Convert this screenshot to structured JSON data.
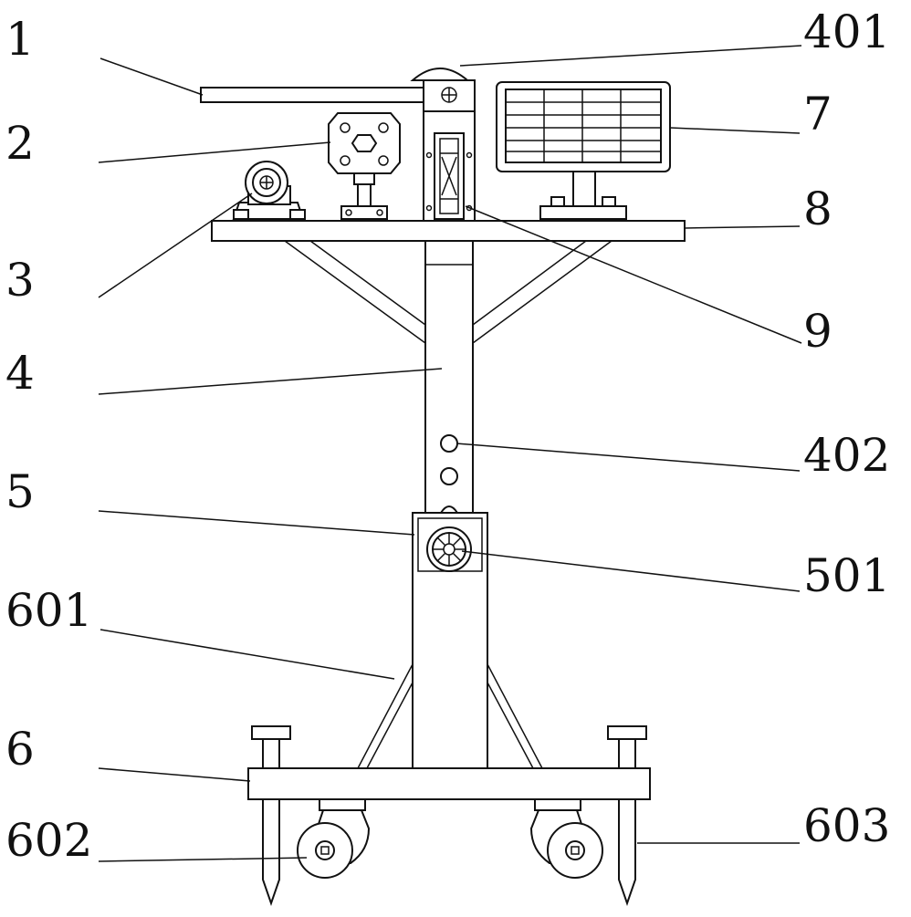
{
  "labels": {
    "l1": "1",
    "l2": "2",
    "l3": "3",
    "l4": "4",
    "l5": "5",
    "l6": "6",
    "l7": "7",
    "l8": "8",
    "l9": "9",
    "l401": "401",
    "l402": "402",
    "l501": "501",
    "l601": "601",
    "l602": "602",
    "l603": "603"
  }
}
